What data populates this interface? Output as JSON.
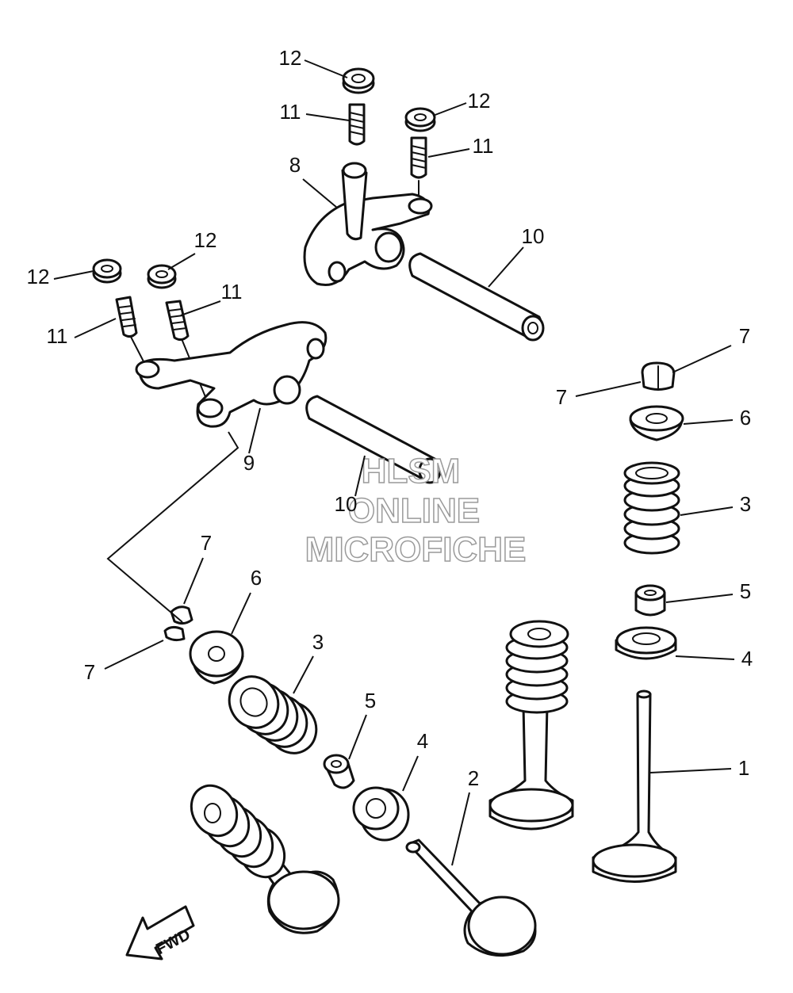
{
  "callouts": [
    {
      "num": "12"
    },
    {
      "num": "11"
    },
    {
      "num": "12"
    },
    {
      "num": "11"
    },
    {
      "num": "8"
    },
    {
      "num": "10"
    },
    {
      "num": "12"
    },
    {
      "num": "12"
    },
    {
      "num": "11"
    },
    {
      "num": "11"
    },
    {
      "num": "9"
    },
    {
      "num": "10"
    },
    {
      "num": "7"
    },
    {
      "num": "7"
    },
    {
      "num": "6"
    },
    {
      "num": "3"
    },
    {
      "num": "5"
    },
    {
      "num": "4"
    },
    {
      "num": "1"
    },
    {
      "num": "7"
    },
    {
      "num": "7"
    },
    {
      "num": "6"
    },
    {
      "num": "3"
    },
    {
      "num": "5"
    },
    {
      "num": "4"
    },
    {
      "num": "2"
    }
  ],
  "watermark": {
    "line1": "HLSM",
    "line2": "ONLINE",
    "line3": "MICROFICHE"
  },
  "direction_arrow": {
    "label": "FWD",
    "icon": "fwd-arrow-icon"
  }
}
